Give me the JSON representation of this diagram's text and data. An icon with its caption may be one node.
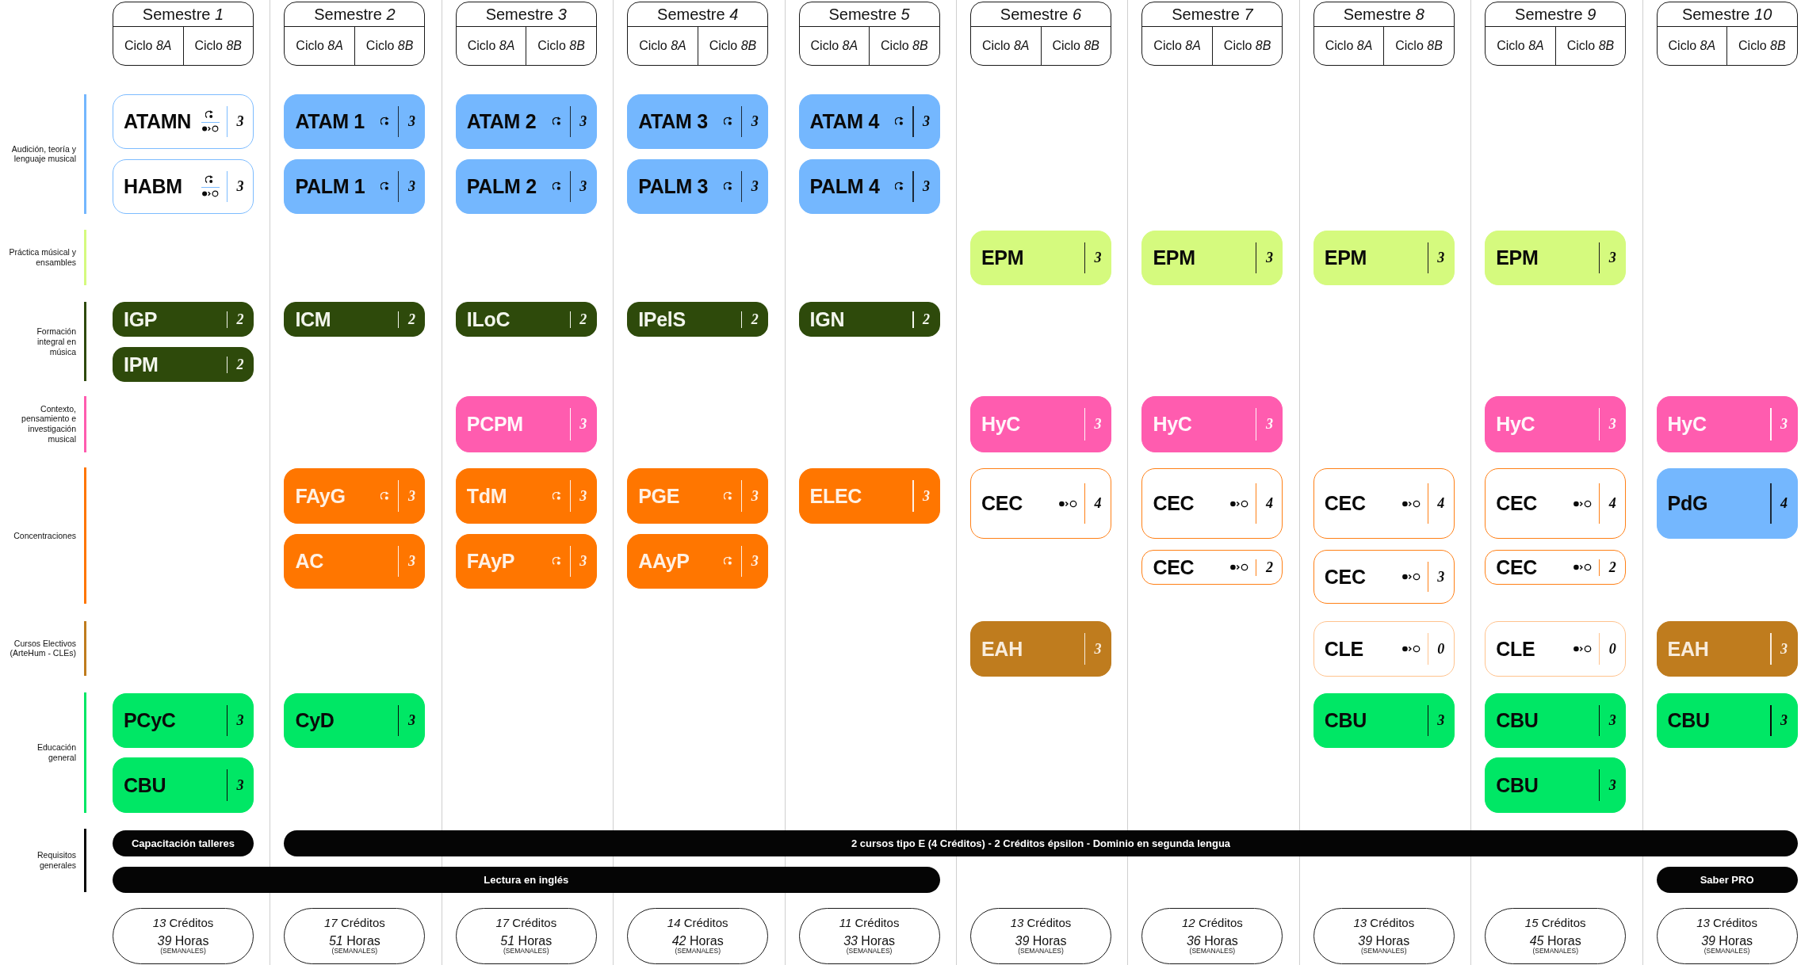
{
  "diagram": {
    "nodes": [
      {
        "text": [
          "Semestre *1*"
        ]
      },
      {
        "text": [
          "Ciclo *8A*"
        ],
        "in": 0
      },
      {
        "text": [
          "Ciclo *8B*"
        ],
        "in": 0
      },
      {
        "text": [
          "Semestre *2*"
        ]
      },
      {
        "text": [
          "Ciclo *8A*"
        ],
        "in": 3
      },
      {
        "text": [
          "Ciclo *8B*"
        ],
        "in": 3
      },
      {
        "text": [
          "Semestre *3*"
        ]
      },
      {
        "text": [
          "Ciclo *8A*"
        ],
        "in": 6
      },
      {
        "text": [
          "Ciclo *8B*"
        ],
        "in": 6
      },
      {
        "text": [
          "Semestre *4*"
        ]
      },
      {
        "text": [
          "Ciclo *8A*"
        ],
        "in": 9
      },
      {
        "text": [
          "Ciclo *8B*"
        ],
        "in": 9
      },
      {
        "text": [
          "Semestre *5*"
        ]
      },
      {
        "text": [
          "Ciclo *8A*"
        ],
        "in": 12
      },
      {
        "text": [
          "Ciclo *8B*"
        ],
        "in": 12
      },
      {
        "text": [
          "Semestre *6*"
        ]
      },
      {
        "text": [
          "Ciclo *8A*"
        ],
        "in": 15
      },
      {
        "text": [
          "Ciclo *8B*"
        ],
        "in": 15
      },
      {
        "text": [
          "Semestre *7*"
        ]
      },
      {
        "text": [
          "Ciclo *8A*"
        ],
        "in": 18
      },
      {
        "text": [
          "Ciclo *8B*"
        ],
        "in": 18
      },
      {
        "text": [
          "Semestre *8*"
        ]
      },
      {
        "text": [
          "Ciclo *8A*"
        ],
        "in": 21
      },
      {
        "text": [
          "Ciclo *8B*"
        ],
        "in": 21
      },
      {
        "text": [
          "Semestre *9*"
        ]
      },
      {
        "text": [
          "Ciclo *8A*"
        ],
        "in": 24
      },
      {
        "text": [
          "Ciclo *8B*"
        ],
        "in": 24
      },
      {
        "text": [
          "Semestre *10*"
        ]
      },
      {
        "text": [
          "Ciclo *8A*"
        ],
        "in": 27
      },
      {
        "text": [
          "Ciclo *8B*"
        ],
        "in": 27
      },
      {
        "text": [
          "ATAMN",
          "3"
        ]
      },
      {
        "text": [
          "ATAM 1",
          "3"
        ]
      },
      {
        "text": [
          "ATAM 2",
          "3"
        ]
      },
      {
        "text": [
          "ATAM 3",
          "3"
        ]
      },
      {
        "text": [
          "ATAM 4",
          "3"
        ]
      },
      {
        "text": [
          "HABM",
          "3"
        ]
      },
      {
        "text": [
          "PALM 1",
          "3"
        ]
      },
      {
        "text": [
          "PALM 2",
          "3"
        ]
      },
      {
        "text": [
          "PALM 3",
          "3"
        ]
      },
      {
        "text": [
          "PALM 4",
          "3"
        ]
      },
      {
        "text": [
          "EPM",
          "3"
        ]
      },
      {
        "text": [
          "EPM",
          "3"
        ]
      },
      {
        "text": [
          "EPM",
          "3"
        ]
      },
      {
        "text": [
          "EPM",
          "3"
        ]
      },
      {
        "text": [
          "IGP",
          "2"
        ]
      },
      {
        "text": [
          "ICM",
          "2"
        ]
      },
      {
        "text": [
          "ILoC",
          "2"
        ]
      },
      {
        "text": [
          "IPelS",
          "2"
        ]
      },
      {
        "text": [
          "IGN",
          "2"
        ]
      },
      {
        "text": [
          "IPM",
          "2"
        ]
      },
      {
        "text": [
          "PCPM",
          "3"
        ]
      },
      {
        "text": [
          "HyC",
          "3"
        ]
      },
      {
        "text": [
          "HyC",
          "3"
        ]
      },
      {
        "text": [
          "HyC",
          "3"
        ]
      },
      {
        "text": [
          "HyC",
          "3"
        ]
      },
      {
        "text": [
          "FAyG",
          "3"
        ]
      },
      {
        "text": [
          "TdM",
          "3"
        ]
      },
      {
        "text": [
          "PGE",
          "3"
        ]
      },
      {
        "text": [
          "ELEC",
          "3"
        ]
      },
      {
        "text": [
          "CEC",
          "4"
        ]
      },
      {
        "text": [
          "CEC",
          "4"
        ]
      },
      {
        "text": [
          "CEC",
          "4"
        ]
      },
      {
        "text": [
          "CEC",
          "4"
        ]
      },
      {
        "text": [
          "PdG",
          "4"
        ]
      },
      {
        "text": [
          "AC",
          "3"
        ]
      },
      {
        "text": [
          "FAyP",
          "3"
        ]
      },
      {
        "text": [
          "AAyP",
          "3"
        ]
      },
      {
        "text": [
          "CEC",
          "2"
        ]
      },
      {
        "text": [
          "CEC",
          "3"
        ]
      },
      {
        "text": [
          "CEC",
          "2"
        ]
      },
      {
        "text": [
          "EAH",
          "3"
        ]
      },
      {
        "text": [
          "CLE",
          "0"
        ]
      },
      {
        "text": [
          "CLE",
          "0"
        ]
      },
      {
        "text": [
          "EAH",
          "3"
        ]
      },
      {
        "text": [
          "PCyC",
          "3"
        ]
      },
      {
        "text": [
          "CyD",
          "3"
        ]
      },
      {
        "text": [
          "CBU",
          "3"
        ]
      },
      {
        "text": [
          "CBU",
          "3"
        ]
      },
      {
        "text": [
          "CBU",
          "3"
        ]
      },
      {
        "text": [
          "CBU",
          "3"
        ]
      },
      {
        "text": [
          "CBU",
          "3"
        ]
      },
      {
        "text": [
          "Capacitación talleres"
        ]
      },
      {
        "text": [
          "2 cursos tipo E (4 Créditos) - 2 Créditos épsilon - Dominio en segunda lengua"
        ]
      },
      {
        "text": [
          "Lectura en inglés"
        ]
      },
      {
        "text": [
          "Saber PRO"
        ]
      },
      {
        "text": [
          "*13* Créditos",
          "*39* Horas",
          "(SEMANALES)"
        ]
      },
      {
        "text": [
          "*17* Créditos",
          "*51* Horas",
          "(SEMANALES)"
        ]
      },
      {
        "text": [
          "*17* Créditos",
          "*51* Horas",
          "(SEMANALES)"
        ]
      },
      {
        "text": [
          "*14* Créditos",
          "*42* Horas",
          "(SEMANALES)"
        ]
      },
      {
        "text": [
          "*11* Créditos",
          "*33* Horas",
          "(SEMANALES)"
        ]
      },
      {
        "text": [
          "*13* Créditos",
          "*39* Horas",
          "(SEMANALES)"
        ]
      },
      {
        "text": [
          "*12* Créditos",
          "*36* Horas",
          "(SEMANALES)"
        ]
      },
      {
        "text": [
          "*13* Créditos",
          "*39* Horas",
          "(SEMANALES)"
        ]
      },
      {
        "text": [
          "*15* Créditos",
          "*45* Horas",
          "(SEMANALES)"
        ]
      },
      {
        "text": [
          "*13* Créditos",
          "*39* Horas",
          "(SEMANALES)"
        ]
      }
    ],
    "legend": [
      {
        "text": "Audición, teoría y lenguaje musical",
        "color": "#74b7fe"
      },
      {
        "text": "Práctica músical y ensambles",
        "color": "#d5fa7e"
      },
      {
        "text": "Formación integral en música",
        "color": "#2e4a0b"
      },
      {
        "text": "Contexto, pensamiento e investigación musical",
        "color": "#ff5caf"
      },
      {
        "text": "Concentraciones",
        "color": "#ff7600"
      },
      {
        "text": "Cursos Electivos (ArteHum - CLEs)",
        "color": "#bf7c1e"
      },
      {
        "text": "Educación general",
        "color": "#00e765"
      },
      {
        "text": "Requisitos generales",
        "color": "#050505"
      }
    ]
  }
}
